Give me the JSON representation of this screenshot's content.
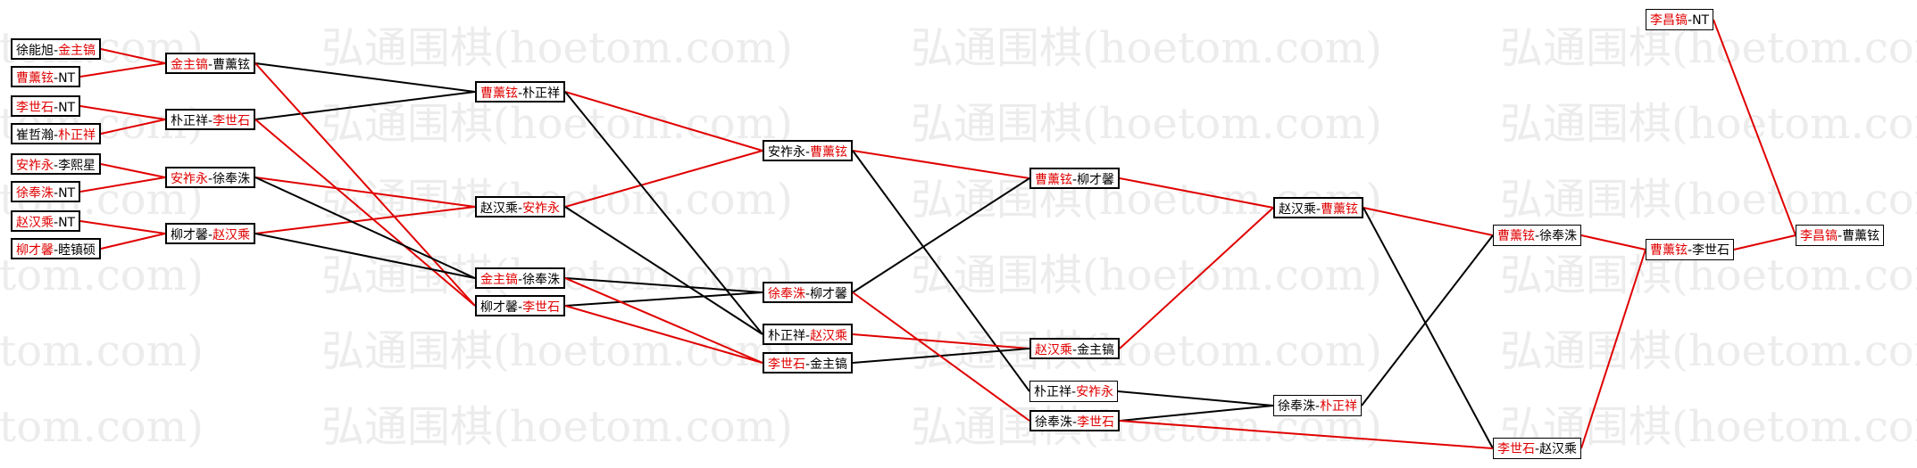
{
  "colors": {
    "win": "#e00000",
    "loss": "#000000",
    "watermark": "#ececec"
  },
  "watermark": {
    "text": "弘通围棋(hoetom.com)"
  },
  "matches": [
    {
      "id": "r1a",
      "a": "徐能旭",
      "b": "金主镐",
      "w": "b"
    },
    {
      "id": "r1b",
      "a": "曹薰铉",
      "b": "NT",
      "w": "a"
    },
    {
      "id": "r1c",
      "a": "李世石",
      "b": "NT",
      "w": "a"
    },
    {
      "id": "r1d",
      "a": "崔哲瀚",
      "b": "朴正祥",
      "w": "b"
    },
    {
      "id": "r1e",
      "a": "安祚永",
      "b": "李熙星",
      "w": "a"
    },
    {
      "id": "r1f",
      "a": "徐奉洙",
      "b": "NT",
      "w": "a"
    },
    {
      "id": "r1g",
      "a": "赵汉乘",
      "b": "NT",
      "w": "a"
    },
    {
      "id": "r1h",
      "a": "柳才馨",
      "b": "睦镇硕",
      "w": "a"
    },
    {
      "id": "r2a",
      "a": "金主镐",
      "b": "曹薰铉",
      "w": "a"
    },
    {
      "id": "r2b",
      "a": "朴正祥",
      "b": "李世石",
      "w": "b"
    },
    {
      "id": "r2c",
      "a": "安祚永",
      "b": "徐奉洙",
      "w": "a"
    },
    {
      "id": "r2d",
      "a": "柳才馨",
      "b": "赵汉乘",
      "w": "b"
    },
    {
      "id": "w3a",
      "a": "曹薰铉",
      "b": "朴正祥",
      "w": "a"
    },
    {
      "id": "w3b",
      "a": "赵汉乘",
      "b": "安祚永",
      "w": "b"
    },
    {
      "id": "l3a",
      "a": "金主镐",
      "b": "徐奉洙",
      "w": "a"
    },
    {
      "id": "l3b",
      "a": "柳才馨",
      "b": "李世石",
      "w": "b"
    },
    {
      "id": "w4",
      "a": "安祚永",
      "b": "曹薰铉",
      "w": "b"
    },
    {
      "id": "l4a",
      "a": "徐奉洙",
      "b": "柳才馨",
      "w": "a"
    },
    {
      "id": "l4b",
      "a": "朴正祥",
      "b": "赵汉乘",
      "w": "b"
    },
    {
      "id": "l4c",
      "a": "李世石",
      "b": "金主镐",
      "w": "a"
    },
    {
      "id": "w5",
      "a": "曹薰铉",
      "b": "柳才馨",
      "w": "a"
    },
    {
      "id": "l5a",
      "a": "赵汉乘",
      "b": "金主镐",
      "w": "a"
    },
    {
      "id": "l5b",
      "a": "朴正祥",
      "b": "安祚永",
      "w": "b"
    },
    {
      "id": "l5c",
      "a": "徐奉洙",
      "b": "李世石",
      "w": "b"
    },
    {
      "id": "w6",
      "a": "赵汉乘",
      "b": "曹薰铉",
      "w": "b"
    },
    {
      "id": "l6",
      "a": "徐奉洙",
      "b": "朴正祥",
      "w": "b"
    },
    {
      "id": "w7",
      "a": "曹薰铉",
      "b": "徐奉洙",
      "w": "a"
    },
    {
      "id": "l7",
      "a": "李世石",
      "b": "赵汉乘",
      "w": "a"
    },
    {
      "id": "w8",
      "a": "曹薰铉",
      "b": "李世石",
      "w": "a"
    },
    {
      "id": "seed",
      "a": "李昌镐",
      "b": "NT",
      "w": "a"
    },
    {
      "id": "final",
      "a": "李昌镐",
      "b": "曹薰铉",
      "w": "a"
    }
  ]
}
